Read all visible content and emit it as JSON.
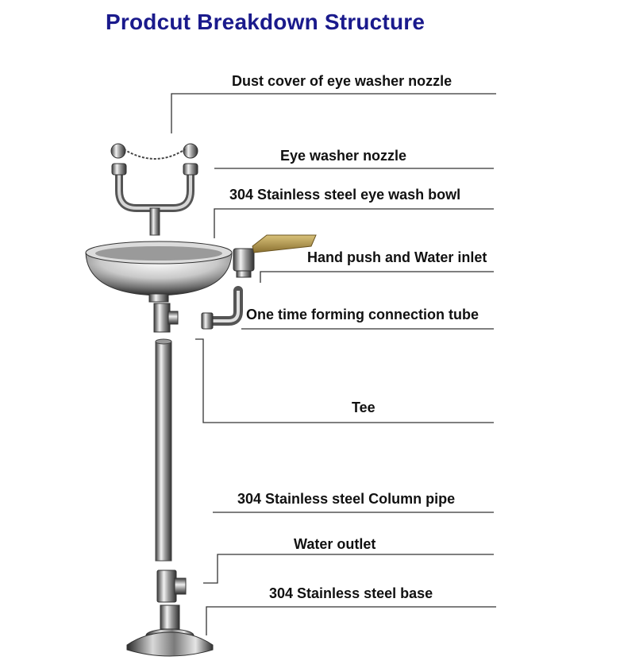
{
  "title": "Prodcut Breakdown Structure",
  "labels": {
    "dust_cover": "Dust cover of eye washer nozzle",
    "nozzle": "Eye washer nozzle",
    "bowl": "304 Stainless steel eye wash bowl",
    "hand_push": "Hand push and Water inlet",
    "connection_tube": "One time forming connection tube",
    "tee": "Tee",
    "column_pipe": "304 Stainless steel Column pipe",
    "water_outlet": "Water outlet",
    "base": "304 Stainless steel base"
  },
  "colors": {
    "title": "#1a1a8c",
    "label": "#111111",
    "leader_line": "#333333",
    "steel_dark": "#3a3a3a",
    "steel_light": "#e8e8e8",
    "handle": "#b89a4a"
  }
}
